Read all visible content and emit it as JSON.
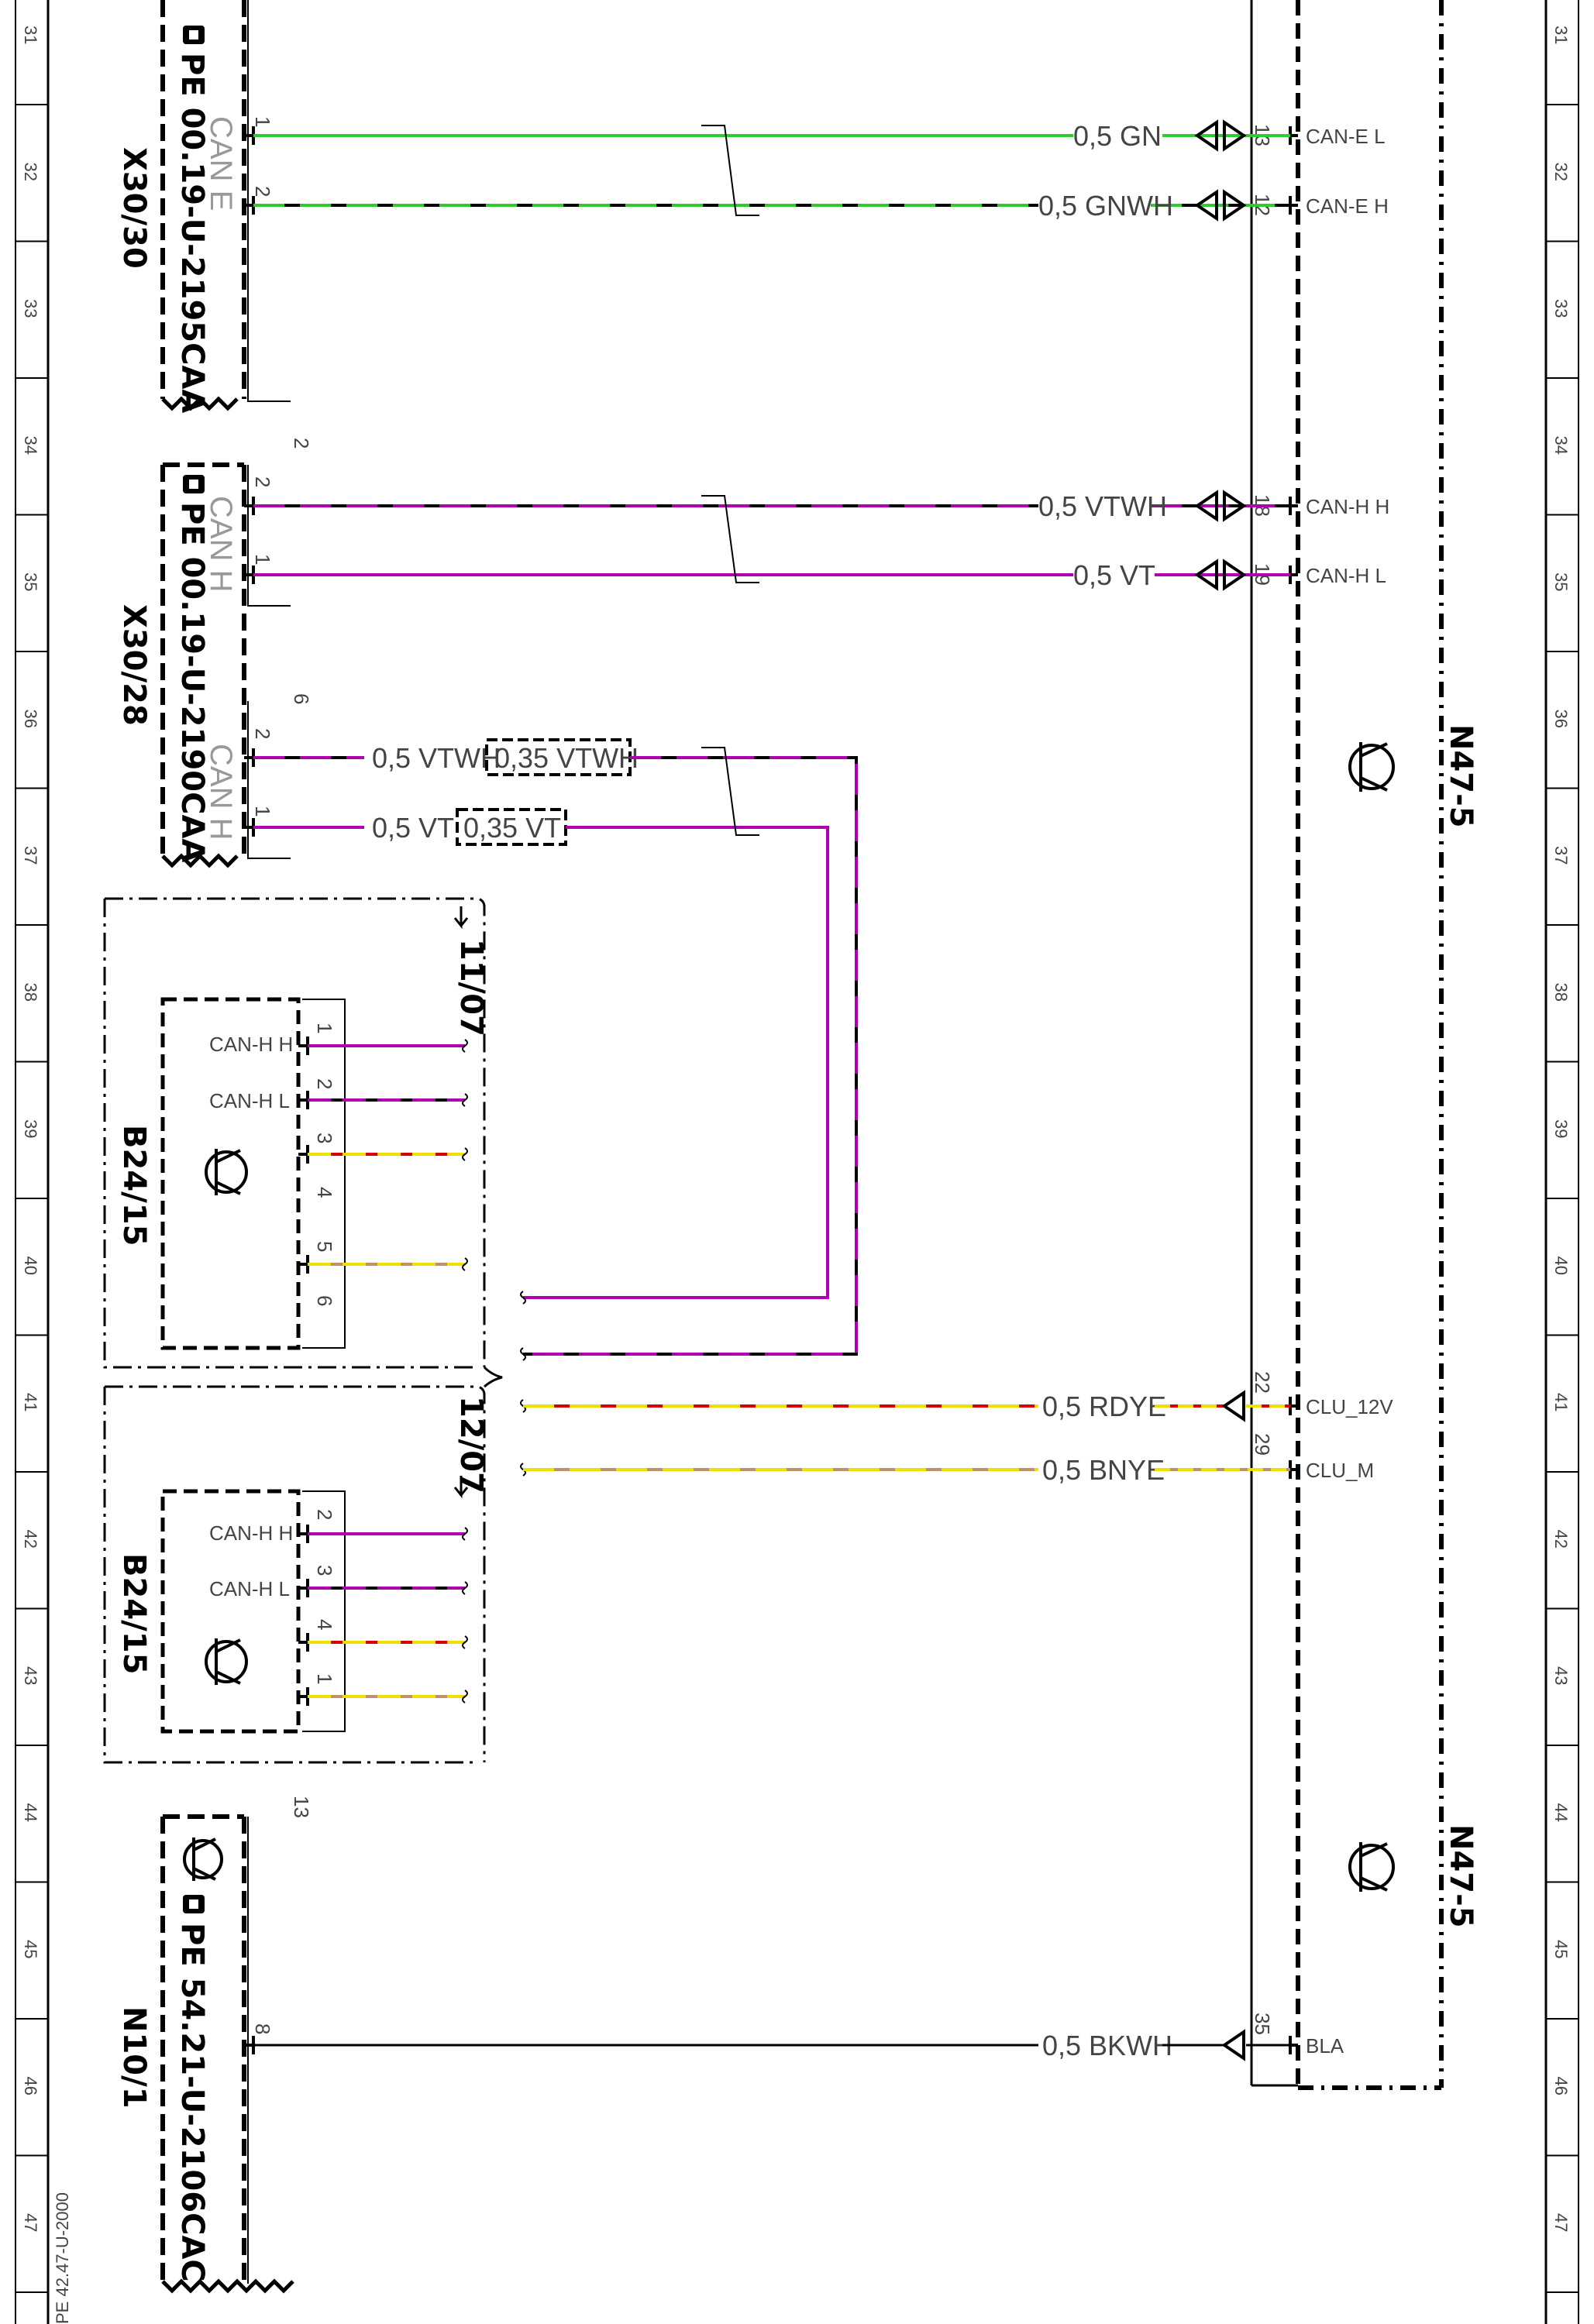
{
  "colors": {
    "green": "#2ecc2e",
    "violet": "#b000b0",
    "white": "#ffffff",
    "red": "#d40000",
    "yellow": "#f0e000",
    "brown": "#c0906a",
    "black": "#000000"
  },
  "ruler": {
    "left": [
      "31",
      "32",
      "33",
      "34",
      "35",
      "36",
      "37",
      "38",
      "39",
      "40",
      "41",
      "42",
      "43",
      "44",
      "45",
      "46",
      "47"
    ],
    "right": [
      "31",
      "32",
      "33",
      "34",
      "35",
      "36",
      "37",
      "38",
      "39",
      "40",
      "41",
      "42",
      "43",
      "44",
      "45",
      "46",
      "47"
    ]
  },
  "footer_ref": "PE 42.47-U-2000",
  "connectors": {
    "x30_30": {
      "name": "X30/30",
      "ref": "PE 00.19-U-2195CAA",
      "bus": "CAN E",
      "pin_top": "1",
      "pin_bottom": "2"
    },
    "x30_28": {
      "name": "X30/28",
      "ref": "PE 00.19-U-2190CAA",
      "bus1": "CAN H",
      "bus2": "CAN H",
      "pin_a": "2",
      "pin_b": "1",
      "pin_c": "2",
      "pin_d": "1",
      "mark_a": "2",
      "mark_b": "6"
    },
    "n10_1": {
      "name": "N10/1",
      "ref": "PE 54.21-U-2106CAC",
      "pin": "8",
      "mark": "13"
    }
  },
  "modules": {
    "b24_15_a": {
      "name": "B24/15",
      "group": "11/07",
      "sig1": "CAN-H H",
      "sig2": "CAN-H L",
      "pins": [
        "1",
        "2",
        "3",
        "4",
        "5",
        "6"
      ]
    },
    "b24_15_b": {
      "name": "B24/15",
      "group": "12/07",
      "sig1": "CAN-H H",
      "sig2": "CAN-H L",
      "pins": [
        "2",
        "3",
        "4",
        "1"
      ]
    }
  },
  "n47_5": {
    "name": "N47-5",
    "name2": "N47-5",
    "pins": [
      {
        "num": "13",
        "signal": "CAN-E L"
      },
      {
        "num": "12",
        "signal": "CAN-E H"
      },
      {
        "num": "18",
        "signal": "CAN-H H"
      },
      {
        "num": "19",
        "signal": "CAN-H L"
      },
      {
        "num": "22",
        "signal": "CLU_12V"
      },
      {
        "num": "29",
        "signal": "CLU_M"
      },
      {
        "num": "35",
        "signal": "BLA"
      }
    ]
  },
  "wires": {
    "w1": "0,5 GN",
    "w2": "0,5 GNWH",
    "w3": "0,5 VTWH",
    "w4": "0,5 VT",
    "w5a": "0,5 VTWH",
    "w5b": "0,35 VTWH",
    "w6a": "0,5 VT",
    "w6b": "0,35 VT",
    "w7": "0,5 RDYE",
    "w8": "0,5 BNYE",
    "w9": "0,5 BKWH"
  }
}
